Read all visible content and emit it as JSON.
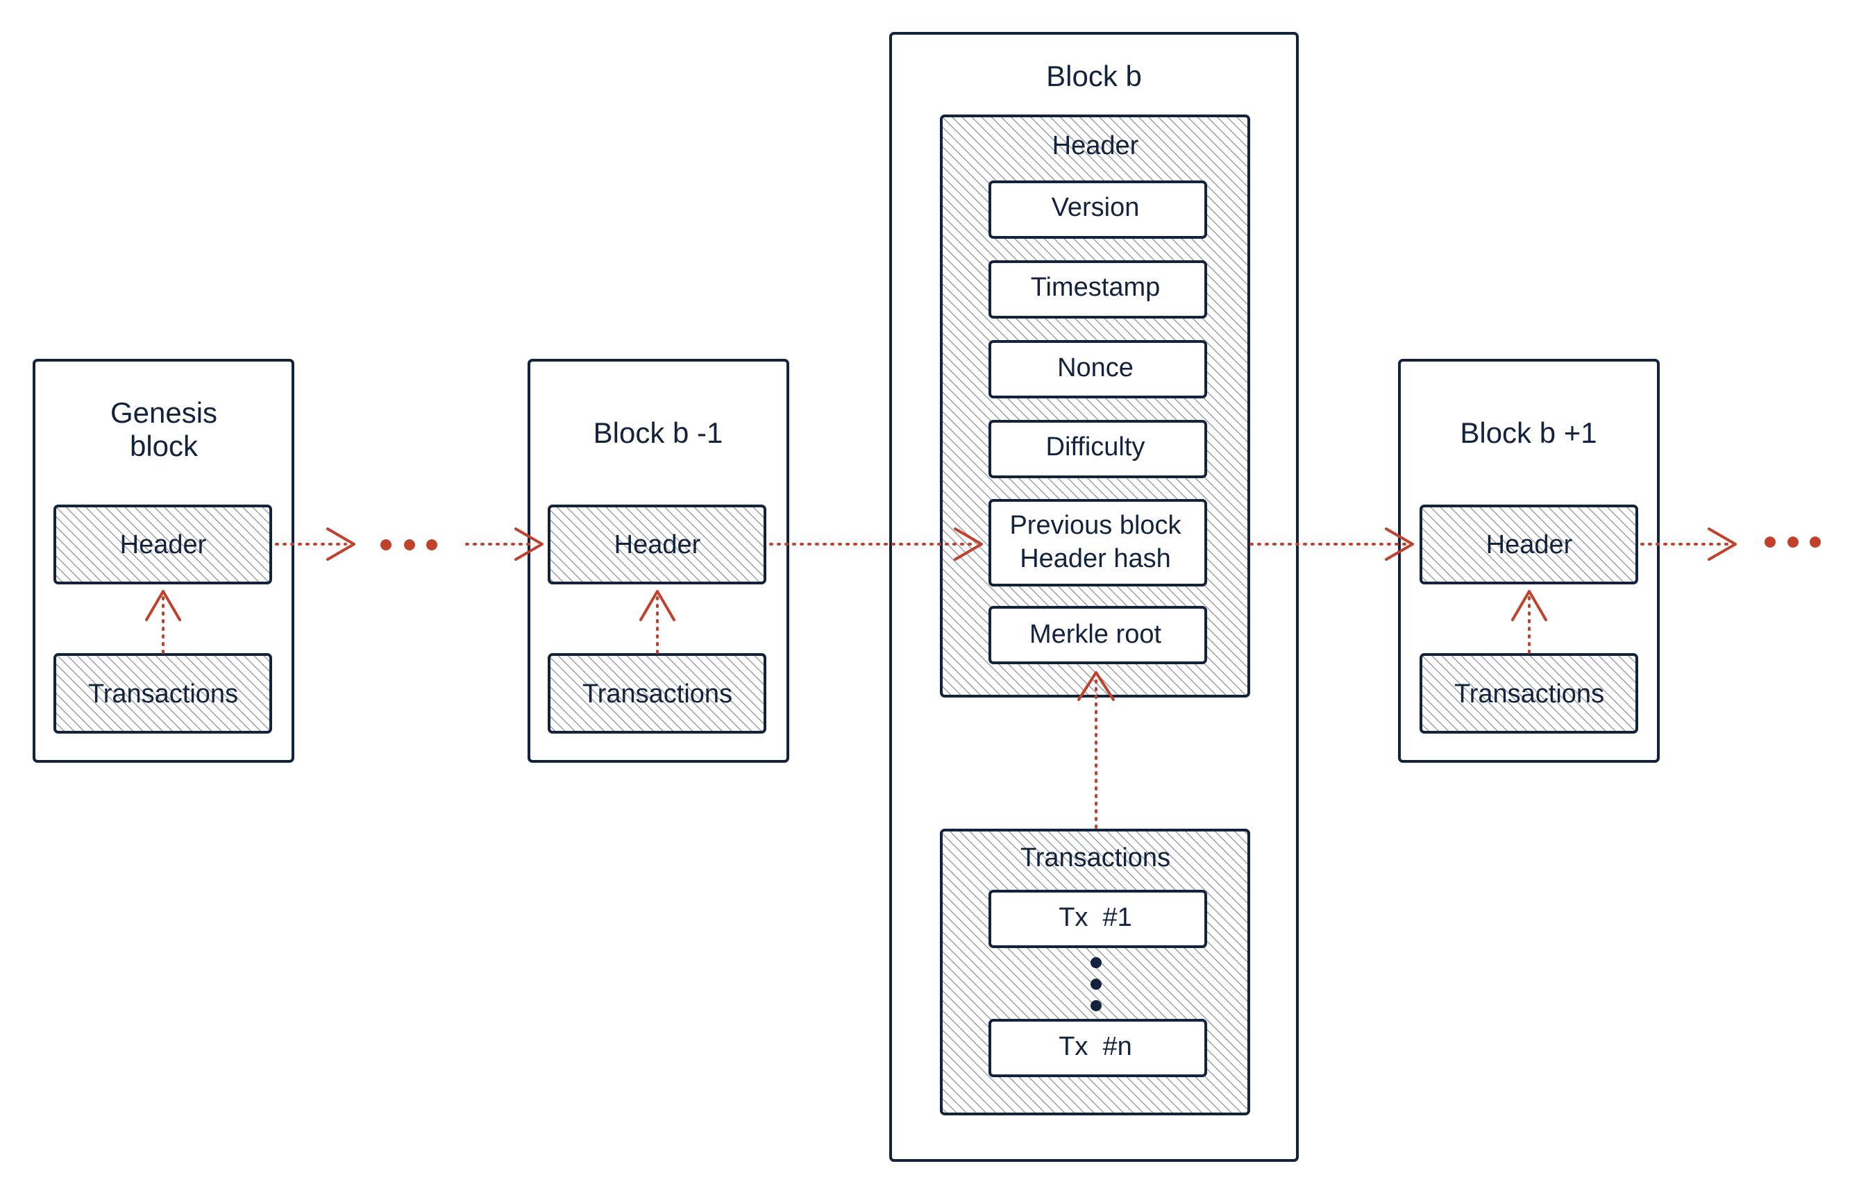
{
  "colors": {
    "ink": "#13233d",
    "arrow": "#c0422c",
    "hatch": "#8f949b",
    "fill_box": "#ffffff"
  },
  "blocks": {
    "genesis": {
      "title_line1": "Genesis",
      "title_line2": "block",
      "header": "Header",
      "transactions": "Transactions"
    },
    "prev": {
      "title": "Block b -1",
      "header": "Header",
      "transactions": "Transactions"
    },
    "current": {
      "title": "Block b",
      "header": {
        "title": "Header",
        "fields": {
          "version": "Version",
          "timestamp": "Timestamp",
          "nonce": "Nonce",
          "difficulty": "Difficulty",
          "prev_hash_line1": "Previous block",
          "prev_hash_line2": "Header hash",
          "merkle_root": "Merkle root"
        }
      },
      "transactions": {
        "title": "Transactions",
        "first": "Tx  #1",
        "last": "Tx  #n"
      }
    },
    "next": {
      "title": "Block b +1",
      "header": "Header",
      "transactions": "Transactions"
    }
  },
  "icons": {
    "chain_ellipsis": "ellipsis-icon",
    "tx_ellipsis": "vertical-ellipsis-icon",
    "link_arrow": "chevron-arrow-icon"
  }
}
